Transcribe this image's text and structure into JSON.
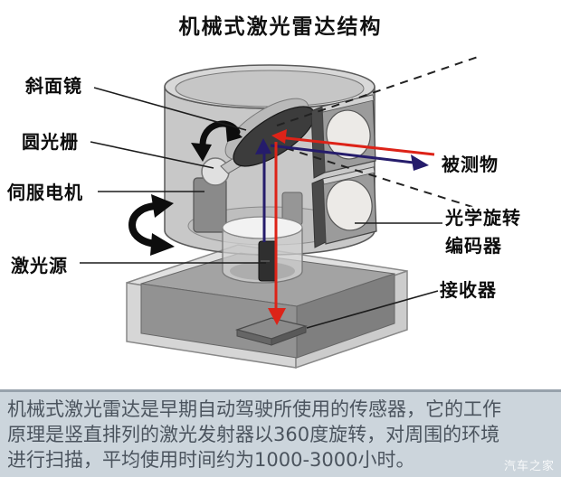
{
  "title": "机械式激光雷达结构",
  "labels": {
    "slant_mirror": "斜面镜",
    "circular_grating": "圆光栅",
    "servo_motor": "伺服电机",
    "laser_source": "激光源",
    "target_object": "被测物",
    "optical_encoder_line1": "光学旋转",
    "optical_encoder_line2": "编码器",
    "receiver": "接收器"
  },
  "colors": {
    "outgoing_beam": "#251c6b",
    "return_beam": "#dd2318",
    "annotation_black": "#1c1c1c",
    "caption_background": "#ccd5dc",
    "caption_text": "#4b545e"
  },
  "caption": {
    "lines": [
      "机械式激光雷达是早期自动驾驶所使用的传感器，它的工作",
      "原理是竖直排列的激光发射器以360度旋转，对周围的环境",
      "进行扫描，平均使用时间约为1000-3000小时。"
    ],
    "watermark": "汽车之家"
  }
}
